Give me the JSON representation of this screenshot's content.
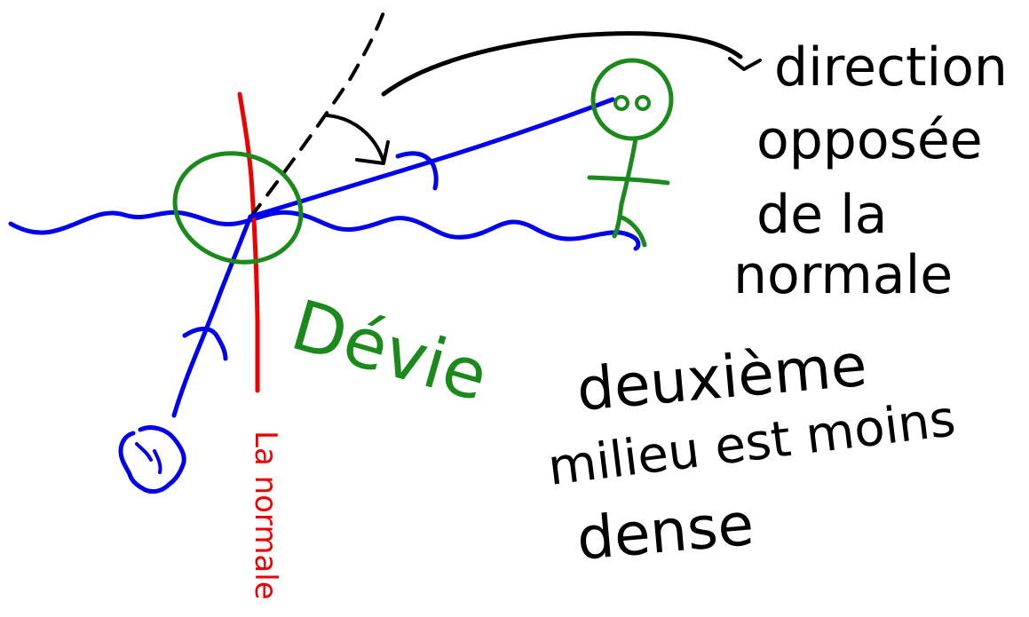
{
  "colors": {
    "background": "#ffffff",
    "ink_black": "#000000",
    "ink_blue": "#0000ee",
    "ink_green": "#1a8a1a",
    "ink_red": "#ee0000"
  },
  "labels": {
    "normal_label": "La normale",
    "deviation_label": "Dévie",
    "direction_line1": "direction",
    "direction_line2": "opposée",
    "direction_line3": "de la",
    "direction_line4": "normale",
    "medium_line1": "deuxième",
    "medium_line2": "milieu est moins",
    "medium_line3": "dense"
  },
  "icons": {
    "observer": "stick-figure-icon",
    "hand": "hand-icon"
  }
}
